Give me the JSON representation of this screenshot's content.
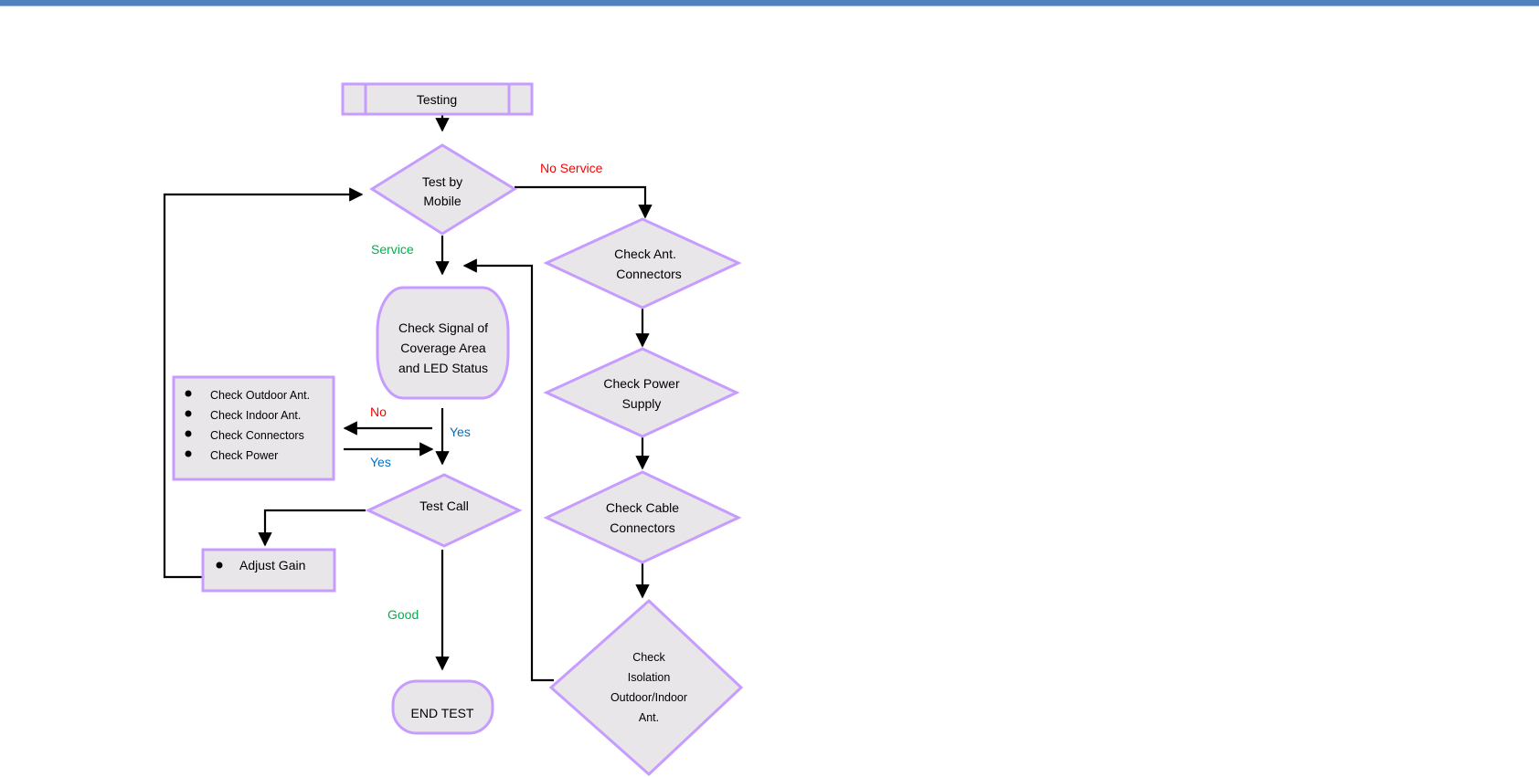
{
  "colors": {
    "shape_fill": "#e8e6e8",
    "shape_stroke": "#c79cff",
    "arrow": "#000000",
    "label_red": "#ff0000",
    "label_green": "#00b050",
    "label_blue": "#0070c0",
    "top_bar": "#4f81bd"
  },
  "nodes": {
    "testing": "Testing",
    "test_mobile": [
      "Test by",
      "Mobile"
    ],
    "check_signal": [
      "Check Signal of",
      "Coverage Area",
      "and LED Status"
    ],
    "checklist": [
      "Check Outdoor Ant.",
      "Check Indoor Ant.",
      "Check Connectors",
      "Check Power"
    ],
    "test_call": "Test Call",
    "adjust_gain": "Adjust Gain",
    "end_test": "END TEST",
    "check_ant": [
      "Check Ant.",
      "Connectors"
    ],
    "check_power": [
      "Check Power",
      "Supply"
    ],
    "check_cable": [
      "Check Cable",
      "Connectors"
    ],
    "check_isolation": [
      "Check",
      "Isolation",
      "Outdoor/Indoor",
      "Ant."
    ]
  },
  "edge_labels": {
    "no_service": "No Service",
    "service": "Service",
    "no": "No",
    "yes_down": "Yes",
    "yes_back": "Yes",
    "good": "Good"
  },
  "icons": [
    "arrow-head-icon",
    "bullet-icon"
  ]
}
